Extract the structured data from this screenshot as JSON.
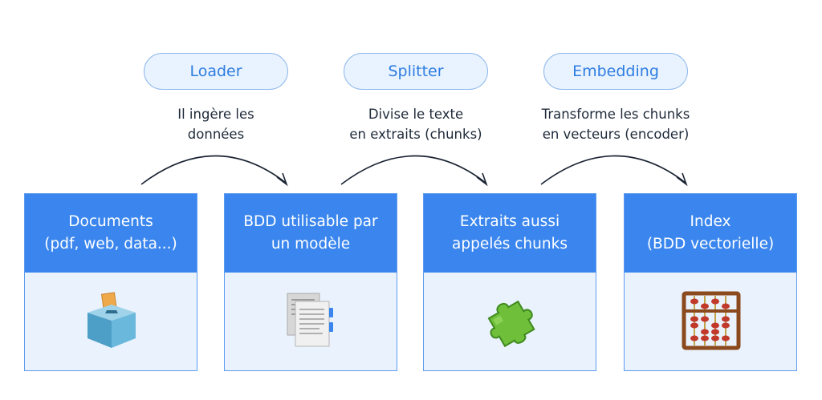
{
  "steps": [
    {
      "label": "Loader",
      "description": [
        "Il ingère les",
        "données"
      ]
    },
    {
      "label": "Splitter",
      "description": [
        "Divise le texte",
        "en extraits (chunks)"
      ]
    },
    {
      "label": "Embedding",
      "description": [
        "Transforme les chunks",
        "en vecteurs (encoder)"
      ]
    }
  ],
  "stages": [
    {
      "title": [
        "Documents",
        "(pdf, web, data...)"
      ],
      "icon": "ballot-box-icon"
    },
    {
      "title": [
        "BDD utilisable par",
        "un modèle"
      ],
      "icon": "document-pages-icon"
    },
    {
      "title": [
        "Extraits aussi",
        "appelés chunks"
      ],
      "icon": "puzzle-piece-icon"
    },
    {
      "title": [
        "Index",
        "(BDD vectorielle)"
      ],
      "icon": "abacus-icon"
    }
  ],
  "colors": {
    "accent": "#3a86ee",
    "pill_text": "#2f7de1",
    "pill_bg": "#e8f3ff",
    "card_body": "#eaf3fd",
    "arrow": "#1a2333"
  }
}
